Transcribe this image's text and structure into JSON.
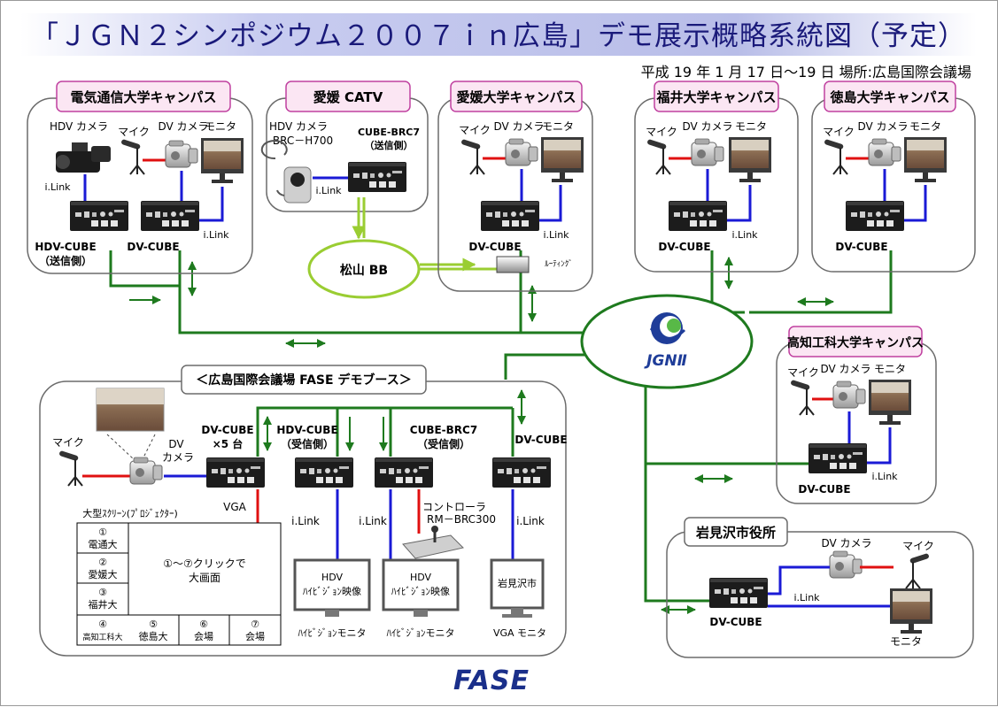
{
  "header": {
    "title": "「ＪＧＮ２シンポジウム２００７ｉｎ広島」デモ展示概略系統図（予定）",
    "date_place": "平成 19 年 1 月 17 日～19 日  場所:広島国際会議場"
  },
  "sites": {
    "uec": "電気通信大学キャンパス",
    "ehime_catv": "愛媛 CATV",
    "ehime_univ": "愛媛大学キャンパス",
    "fukui": "福井大学キャンパス",
    "tokushima": "徳島大学キャンパス",
    "kochi": "高知工科大学キャンパス",
    "fase": "＜広島国際会議場 FASE デモブース＞",
    "iwamizawa": "岩見沢市役所"
  },
  "devices": {
    "mic": "マイク",
    "dv_camera": "DV カメラ",
    "monitor": "モニタ",
    "hdv_camera": "HDV カメラ",
    "ilink": "i.Link",
    "dv_cube": "DV-CUBE",
    "hdv_cube": "HDV-CUBE",
    "send_side": "（送信側）",
    "recv_side": "（受信側）",
    "brc_camera_1": "HDV カメラ",
    "brc_camera_2": "BRC－H700",
    "cube_brc7": "CUBE-BRC7",
    "router": "ﾙｰﾃｨﾝｸﾞ",
    "matsuyama_bb": "松山 BB",
    "jgn": "JGNⅡ",
    "dv": "DV",
    "camera": "カメラ",
    "dv_cube_x5_a": "DV-CUBE",
    "dv_cube_x5_b": "×5 台",
    "vga": "VGA",
    "controller_1": "コントローラ",
    "controller_2": "RM－BRC300",
    "hdv_1": "HDV",
    "hdv_2": "ﾊｲﾋﾞｼﾞｮﾝ映像",
    "hivision_monitor": "ﾊｲﾋﾞｼﾞｮﾝモニタ",
    "iwamizawa_city": "岩見沢市",
    "vga_monitor": "VGA モニタ"
  },
  "screen": {
    "caption": "大型ｽｸﾘｰﾝ(ﾌﾟﾛｼﾞｪｸﾀｰ)",
    "cells": [
      {
        "num": "①",
        "name": "電通大"
      },
      {
        "num": "②",
        "name": "愛媛大"
      },
      {
        "num": "③",
        "name": "福井大"
      },
      {
        "num": "④",
        "name": "高知工科大"
      },
      {
        "num": "⑤",
        "name": "徳島大"
      },
      {
        "num": "⑥",
        "name": "会場"
      },
      {
        "num": "⑦",
        "name": "会場"
      }
    ],
    "main_1": "①～⑦クリックで",
    "main_2": "大画面"
  },
  "footer": {
    "logo": "FASE"
  },
  "colors": {
    "network": "#1e7a1e",
    "ilink": "#1a1ad6",
    "audio": "#e01010",
    "catv": "#9acd32",
    "title_band": "#b8bde8",
    "site_tab_fill": "#fbe6f3",
    "site_tab_border": "#c040a0",
    "box_border": "#6b6b6b"
  }
}
